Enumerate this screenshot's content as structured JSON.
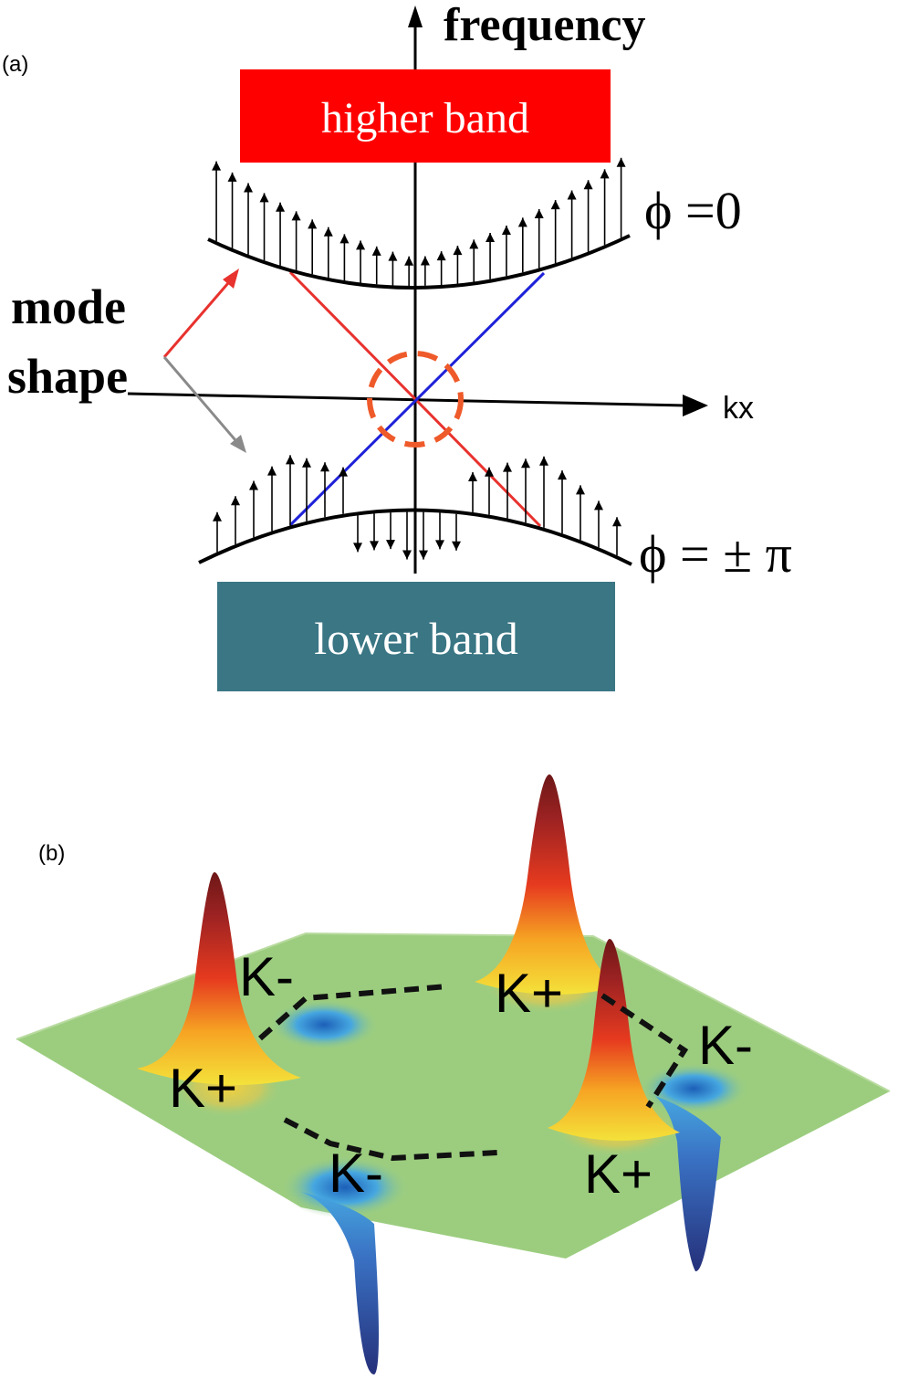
{
  "panel_a": {
    "label": "(a)",
    "axis_vertical_label": "frequency",
    "axis_horizontal_label": "kx",
    "higher_band_label": "higher band",
    "lower_band_label": "lower band",
    "phase_top": "ϕ =0",
    "phase_bottom": "ϕ = ± π",
    "mode_shape_line1": "mode",
    "mode_shape_line2": "shape",
    "colors": {
      "higher_band": "#ff0000",
      "lower_band": "#3a7684",
      "red_dispersion": "#e8322e",
      "blue_dispersion": "#1f22d8",
      "dirac_circle": "#ef5a2a",
      "arrow_to_top": "#e8322e",
      "arrow_to_bottom": "#8a8a8a"
    }
  },
  "panel_b": {
    "label": "(b)",
    "valley_labels": [
      "K-",
      "K+",
      "K+",
      "K-",
      "K-",
      "K+"
    ],
    "colors": {
      "surface": "#9ccd7f",
      "peak": "#7e1d1d",
      "trough": "#2a3b8c"
    }
  }
}
